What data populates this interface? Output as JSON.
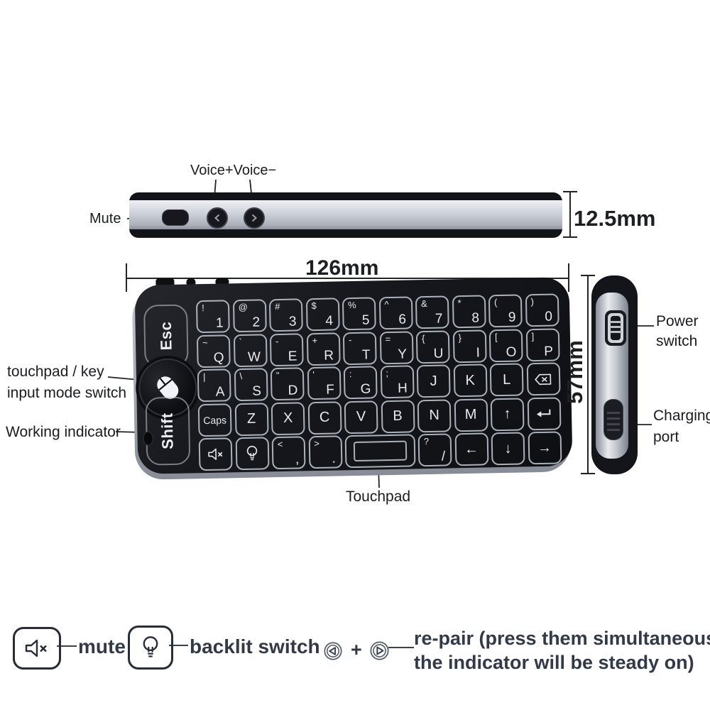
{
  "product": "mini wireless keyboard annotated diagram",
  "dimensions": {
    "width": "126mm",
    "height": "57mm",
    "thickness": "12.5mm"
  },
  "top_view": {
    "voice_label": "Voice+Voice−",
    "mute_label": "Mute"
  },
  "main_view": {
    "esc": "Esc",
    "shift": "Shift",
    "mode_switch_label_line1": "touchpad / key",
    "mode_switch_label_line2": "input mode switch",
    "working_indicator_label": "Working indicator",
    "touchpad_label": "Touchpad",
    "keys": {
      "rows": [
        [
          {
            "s": "!",
            "c": "1"
          },
          {
            "s": "@",
            "c": "2"
          },
          {
            "s": "#",
            "c": "3"
          },
          {
            "s": "$",
            "c": "4"
          },
          {
            "s": "%",
            "c": "5"
          },
          {
            "s": "^",
            "c": "6"
          },
          {
            "s": "&",
            "c": "7"
          },
          {
            "s": "*",
            "c": "8"
          },
          {
            "s": "(",
            "c": "9"
          },
          {
            "s": ")",
            "c": "0"
          }
        ],
        [
          {
            "s": "~",
            "c": "Q"
          },
          {
            "s": "`",
            "c": "W"
          },
          {
            "s": "-",
            "c": "E"
          },
          {
            "s": "+",
            "c": "R"
          },
          {
            "s": "-",
            "c": "T"
          },
          {
            "s": "=",
            "c": "Y"
          },
          {
            "s": "{",
            "c": "U"
          },
          {
            "s": "}",
            "c": "I"
          },
          {
            "s": "[",
            "c": "O"
          },
          {
            "s": "]",
            "c": "P"
          }
        ],
        [
          {
            "s": "|",
            "c": "A"
          },
          {
            "s": "\\",
            "c": "S"
          },
          {
            "s": "\"",
            "c": "D"
          },
          {
            "s": "'",
            "c": "F"
          },
          {
            "s": ":",
            "c": "G"
          },
          {
            "s": ";",
            "c": "H"
          },
          {
            "c": "J",
            "t": "center"
          },
          {
            "c": "K",
            "t": "center"
          },
          {
            "c": "L",
            "t": "center"
          },
          {
            "t": "backspace",
            "n": "backspace"
          }
        ],
        [
          {
            "c": "Caps",
            "t": "caps",
            "n": "caps"
          },
          {
            "c": "Z",
            "t": "center"
          },
          {
            "c": "X",
            "t": "center"
          },
          {
            "c": "C",
            "t": "center"
          },
          {
            "c": "V",
            "t": "center"
          },
          {
            "c": "B",
            "t": "center"
          },
          {
            "c": "N",
            "t": "center"
          },
          {
            "c": "M",
            "t": "center"
          },
          {
            "c": "↑",
            "t": "center",
            "n": "up-arrow"
          },
          {
            "t": "enter",
            "n": "enter"
          }
        ],
        [
          {
            "t": "mute",
            "n": "mute"
          },
          {
            "t": "bulb",
            "n": "backlit"
          },
          {
            "s": "<",
            "c": ","
          },
          {
            "s": ">",
            "c": "."
          },
          {
            "t": "space",
            "w": 2,
            "n": "space-touchpad"
          },
          {
            "s": "?",
            "c": "/"
          },
          {
            "c": "←",
            "t": "center",
            "n": "left-arrow"
          },
          {
            "c": "↓",
            "t": "center",
            "n": "down-arrow"
          },
          {
            "c": "→",
            "t": "center",
            "n": "right-arrow"
          }
        ]
      ]
    }
  },
  "side_view": {
    "power_line1": "Power",
    "power_line2": "switch",
    "charging_line1": "Charging",
    "charging_line2": "port"
  },
  "legend": {
    "mute_label": "mute",
    "backlit_label": "backlit switch",
    "plus": "+",
    "repair_line1": "re-pair (press them simultaneously",
    "repair_line2": "the indicator will be steady on)"
  },
  "colors": {
    "body_black": "#15161b",
    "silver": "#c6cbd4",
    "key_outline": "#c7ccd6",
    "label_text": "#1b1c1e",
    "legend_text": "#333a47",
    "line": "#222428"
  }
}
